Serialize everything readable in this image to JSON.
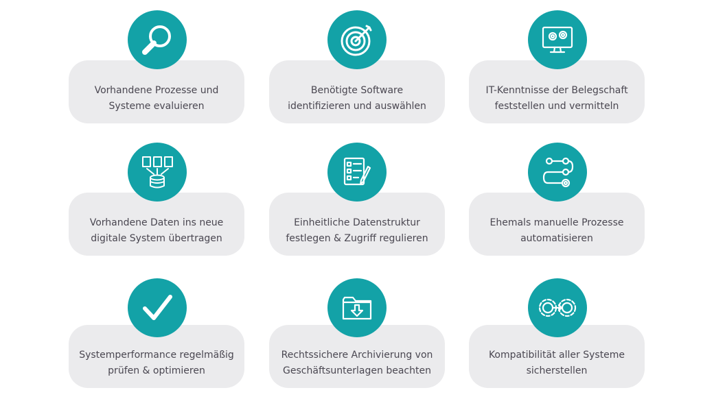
{
  "colors": {
    "accent": "#13a2a7",
    "card": "#ebebed",
    "text": "#4a4751"
  },
  "items": [
    {
      "icon": "magnifier-icon",
      "line1": "Vorhandene Prozesse und",
      "line2": "Systeme evaluieren"
    },
    {
      "icon": "target-icon",
      "line1": "Benötigte Software",
      "line2": "identifizieren und auswählen"
    },
    {
      "icon": "monitor-gears-icon",
      "line1": "IT-Kenntnisse der Belegschaft",
      "line2": "feststellen und vermitteln"
    },
    {
      "icon": "documents-database-icon",
      "line1": "Vorhandene Daten ins neue",
      "line2": "digitale System übertragen"
    },
    {
      "icon": "checklist-icon",
      "line1": "Einheitliche Datenstruktur",
      "line2": "festlegen & Zugriff regulieren"
    },
    {
      "icon": "workflow-icon",
      "line1": "Ehemals manuelle Prozesse",
      "line2": "automatisieren"
    },
    {
      "icon": "checkmark-icon",
      "line1": "Systemperformance regelmäßig",
      "line2": "prüfen & optimieren"
    },
    {
      "icon": "folder-download-icon",
      "line1": "Rechtssichere Archivierung von",
      "line2": "Geschäftsunterlagen beachten"
    },
    {
      "icon": "gears-compatibility-icon",
      "line1": "Kompatibilität aller Systeme",
      "line2": "sicherstellen"
    }
  ]
}
